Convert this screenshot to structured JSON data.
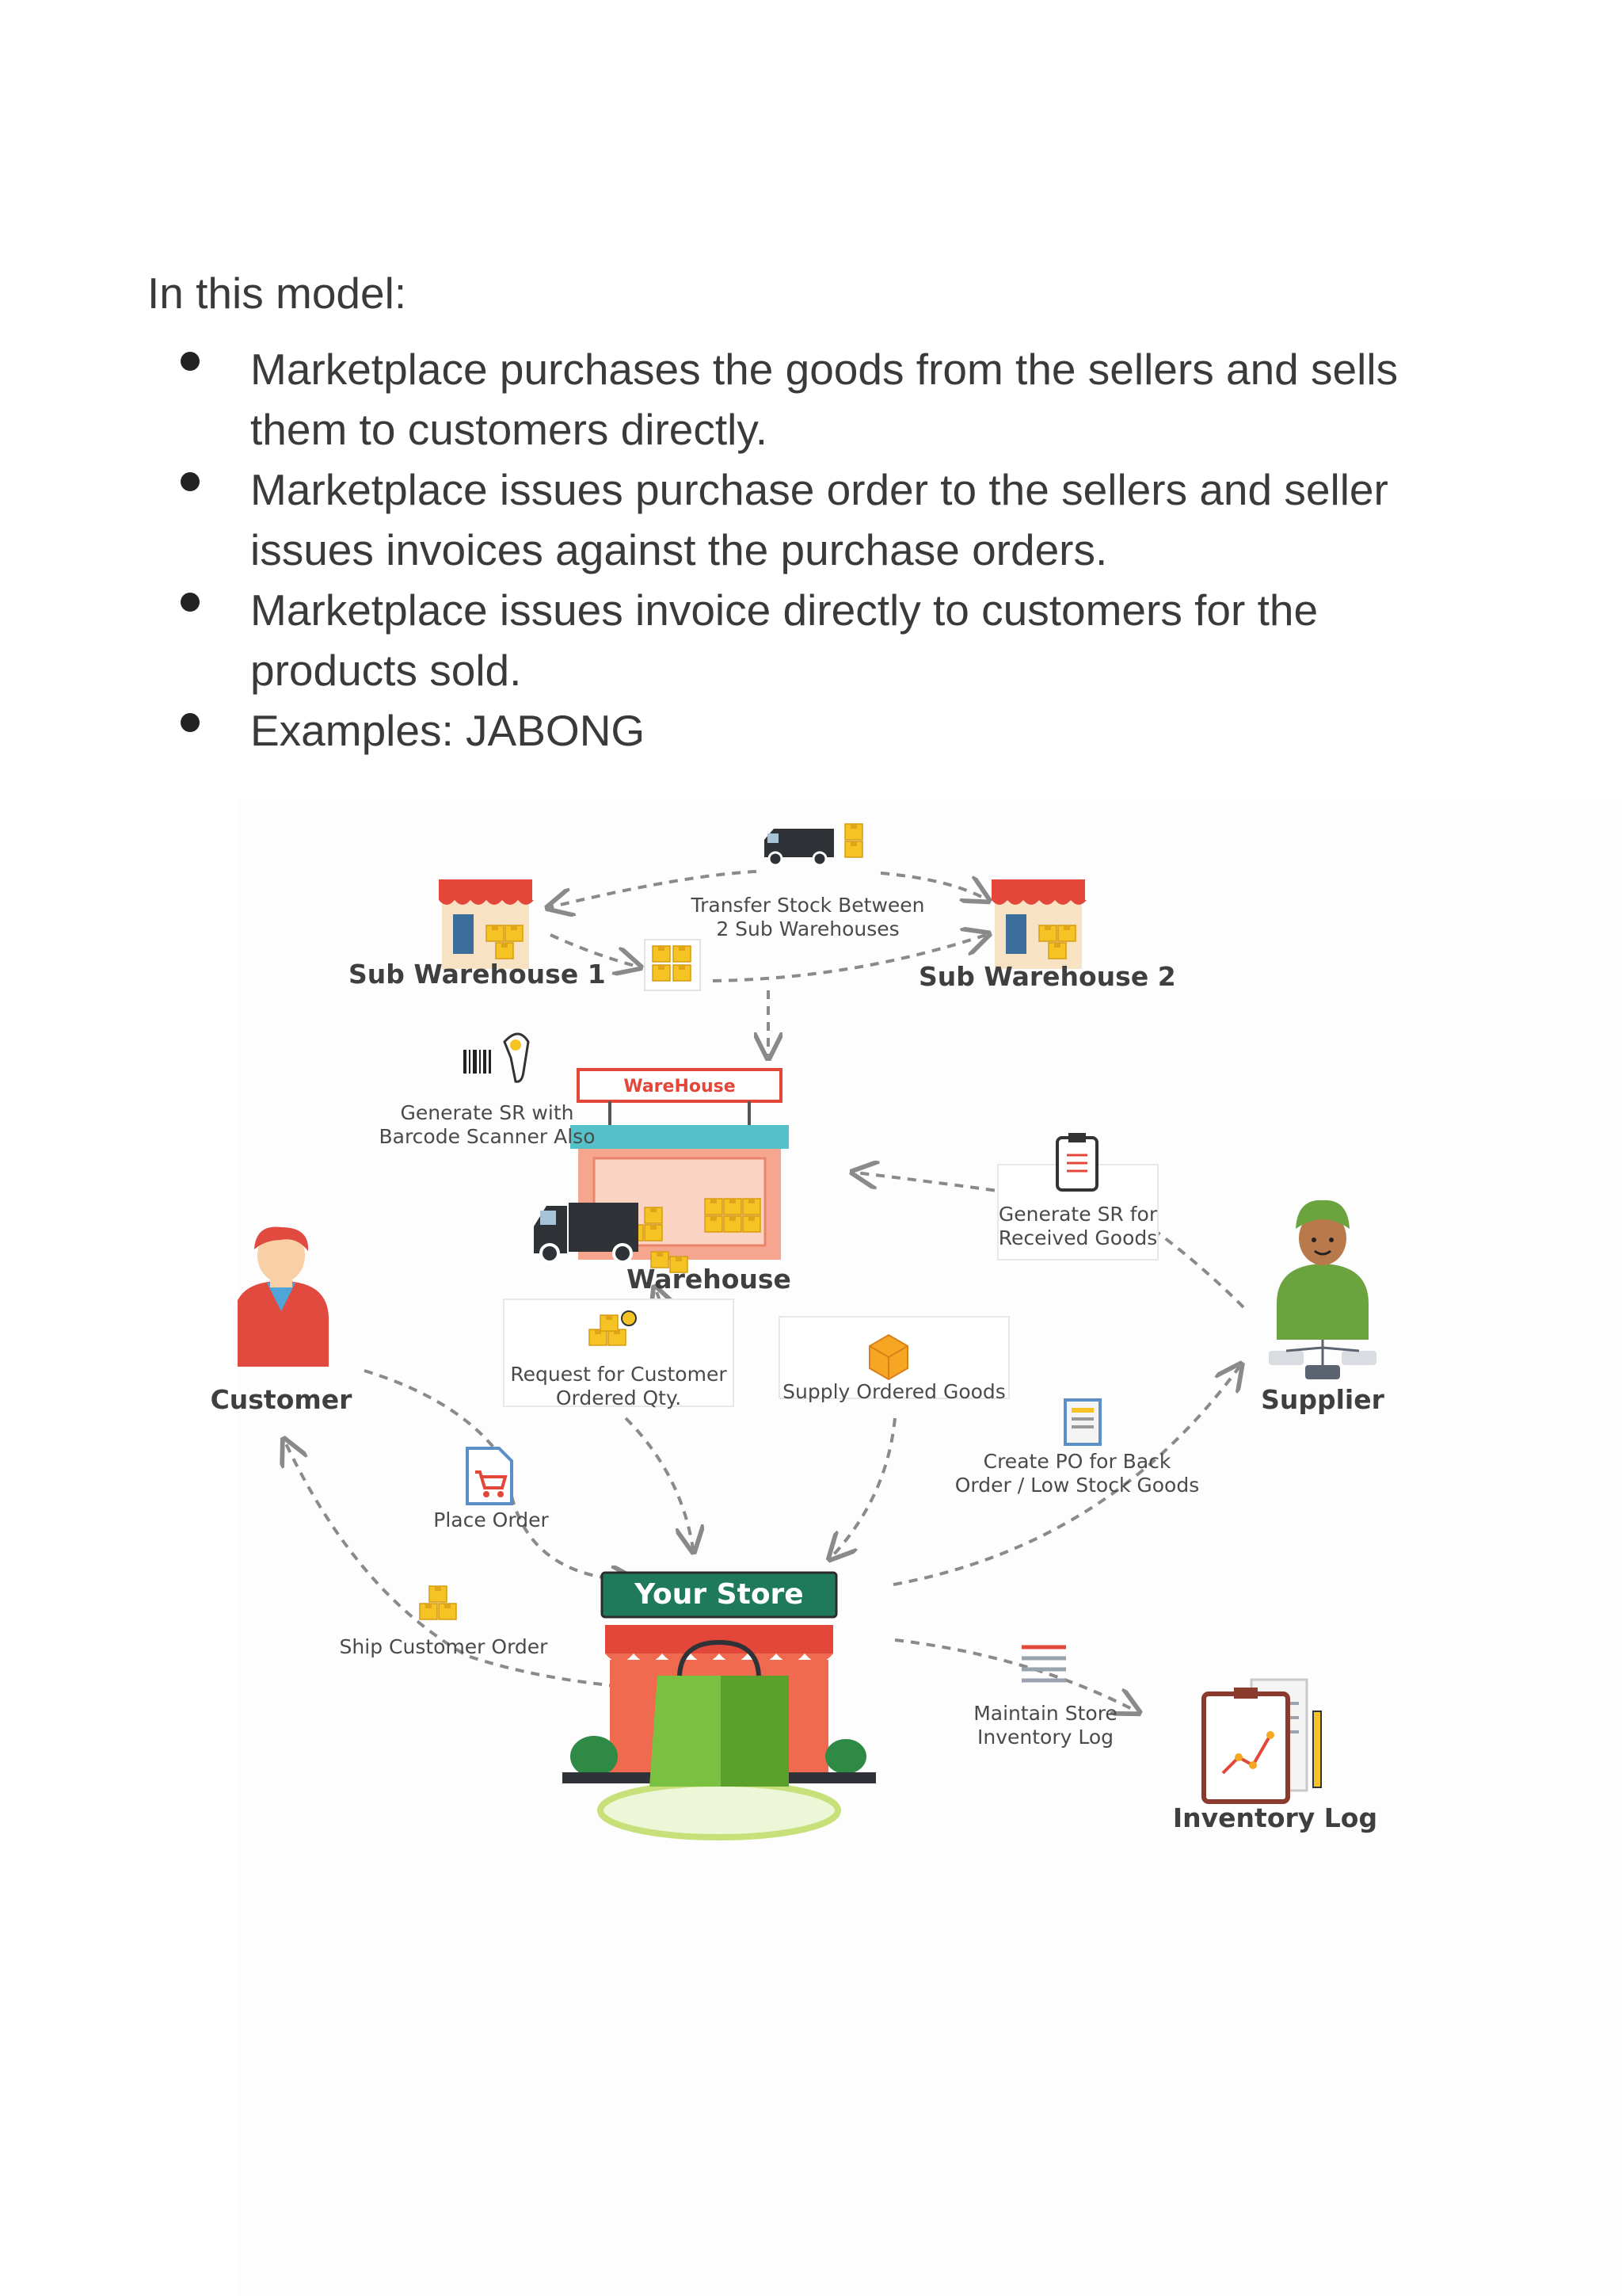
{
  "intro": "In this model:",
  "bullets": [
    "Marketplace purchases the goods from the sellers and sells them to customers directly.",
    "Marketplace issues purchase order to the sellers and seller issues invoices against the purchase orders.",
    "Marketplace issues invoice directly to customers for the products sold.",
    "Examples: JABONG"
  ],
  "diagram": {
    "sub_warehouse_1": "Sub Warehouse 1",
    "sub_warehouse_2": "Sub Warehouse 2",
    "transfer_line1": "Transfer Stock Between",
    "transfer_line2": "2 Sub Warehouses",
    "warehouse_sign": "WareHouse",
    "warehouse": "Warehouse",
    "generate_sr_barcode_line1": "Generate SR with",
    "generate_sr_barcode_line2": "Barcode Scanner Also",
    "generate_sr_received_line1": "Generate SR for",
    "generate_sr_received_line2": "Received Goods",
    "customer": "Customer",
    "supplier": "Supplier",
    "request_line1": "Request for Customer",
    "request_line2": "Ordered Qty.",
    "supply_ordered_goods": "Supply Ordered Goods",
    "create_po_line1": "Create PO for Back",
    "create_po_line2": "Order / Low Stock Goods",
    "place_order": "Place Order",
    "your_store": "Your Store",
    "ship_customer_order": "Ship Customer Order",
    "maintain_log_line1": "Maintain Store",
    "maintain_log_line2": "Inventory Log",
    "inventory_log": "Inventory Log"
  },
  "colors": {
    "store_green": "#1f7a5c",
    "box_yellow": "#f5c324",
    "brick_red": "#ef6a4e",
    "truck_dark": "#2f3237",
    "bag_green": "#7ac142"
  }
}
